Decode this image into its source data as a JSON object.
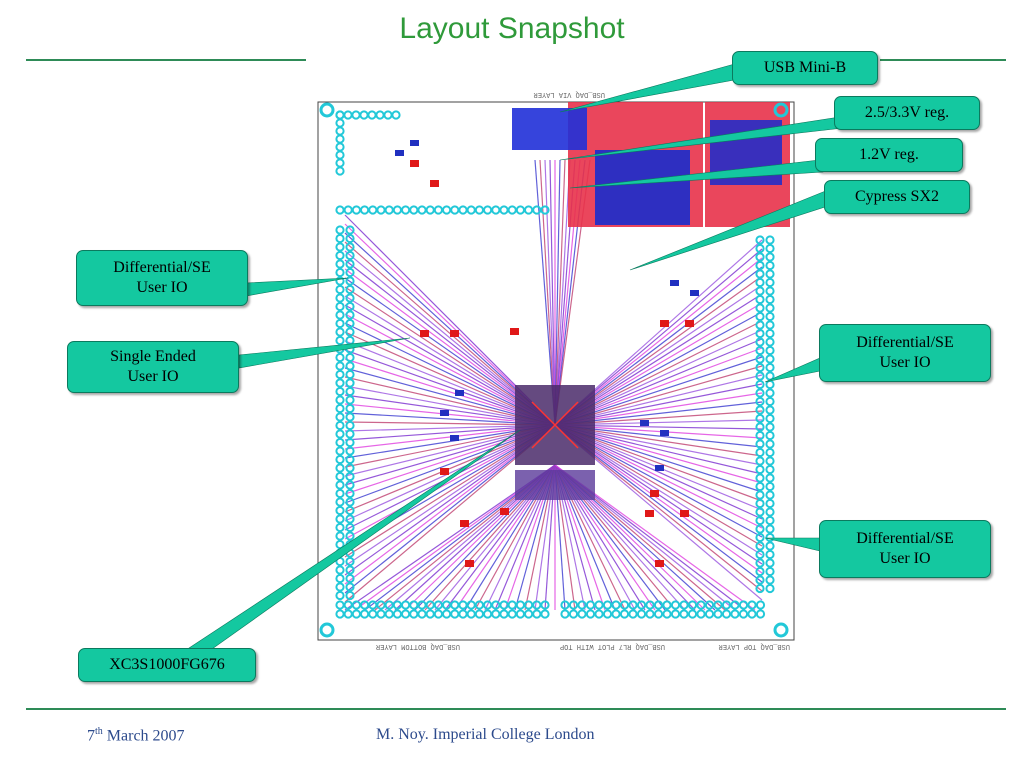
{
  "slide": {
    "title": "Layout Snapshot"
  },
  "board": {
    "layer_labels": {
      "top": "USB_DAQ VIA LAYER",
      "bottom_left": "USB_DAQ BOTTOM LAYER",
      "bottom_center": "USB_DAQ RL7 PLOT WITH TOP",
      "bottom_right": "USB_DAQ TOP LAYER"
    }
  },
  "callouts": {
    "usb": "USB Mini-B",
    "reg33": "2.5/3.3V reg.",
    "reg12": "1.2V reg.",
    "cypress": "Cypress SX2",
    "diff_left_1": "Differential/SE",
    "diff_left_2": "User IO",
    "single_1": "Single Ended",
    "single_2": "User IO",
    "diff_right1_1": "Differential/SE",
    "diff_right1_2": "User IO",
    "diff_right2_1": "Differential/SE",
    "diff_right2_2": "User IO",
    "fpga": "XC3S1000FG676"
  },
  "footer": {
    "date_day": "7",
    "date_suffix": "th",
    "date_rest": " March 2007",
    "author": "M. Noy. Imperial College London"
  },
  "colors": {
    "accent_green": "#2f9a3a",
    "callout_fill": "#14c8a0",
    "footer_blue": "#2c4a8c"
  }
}
